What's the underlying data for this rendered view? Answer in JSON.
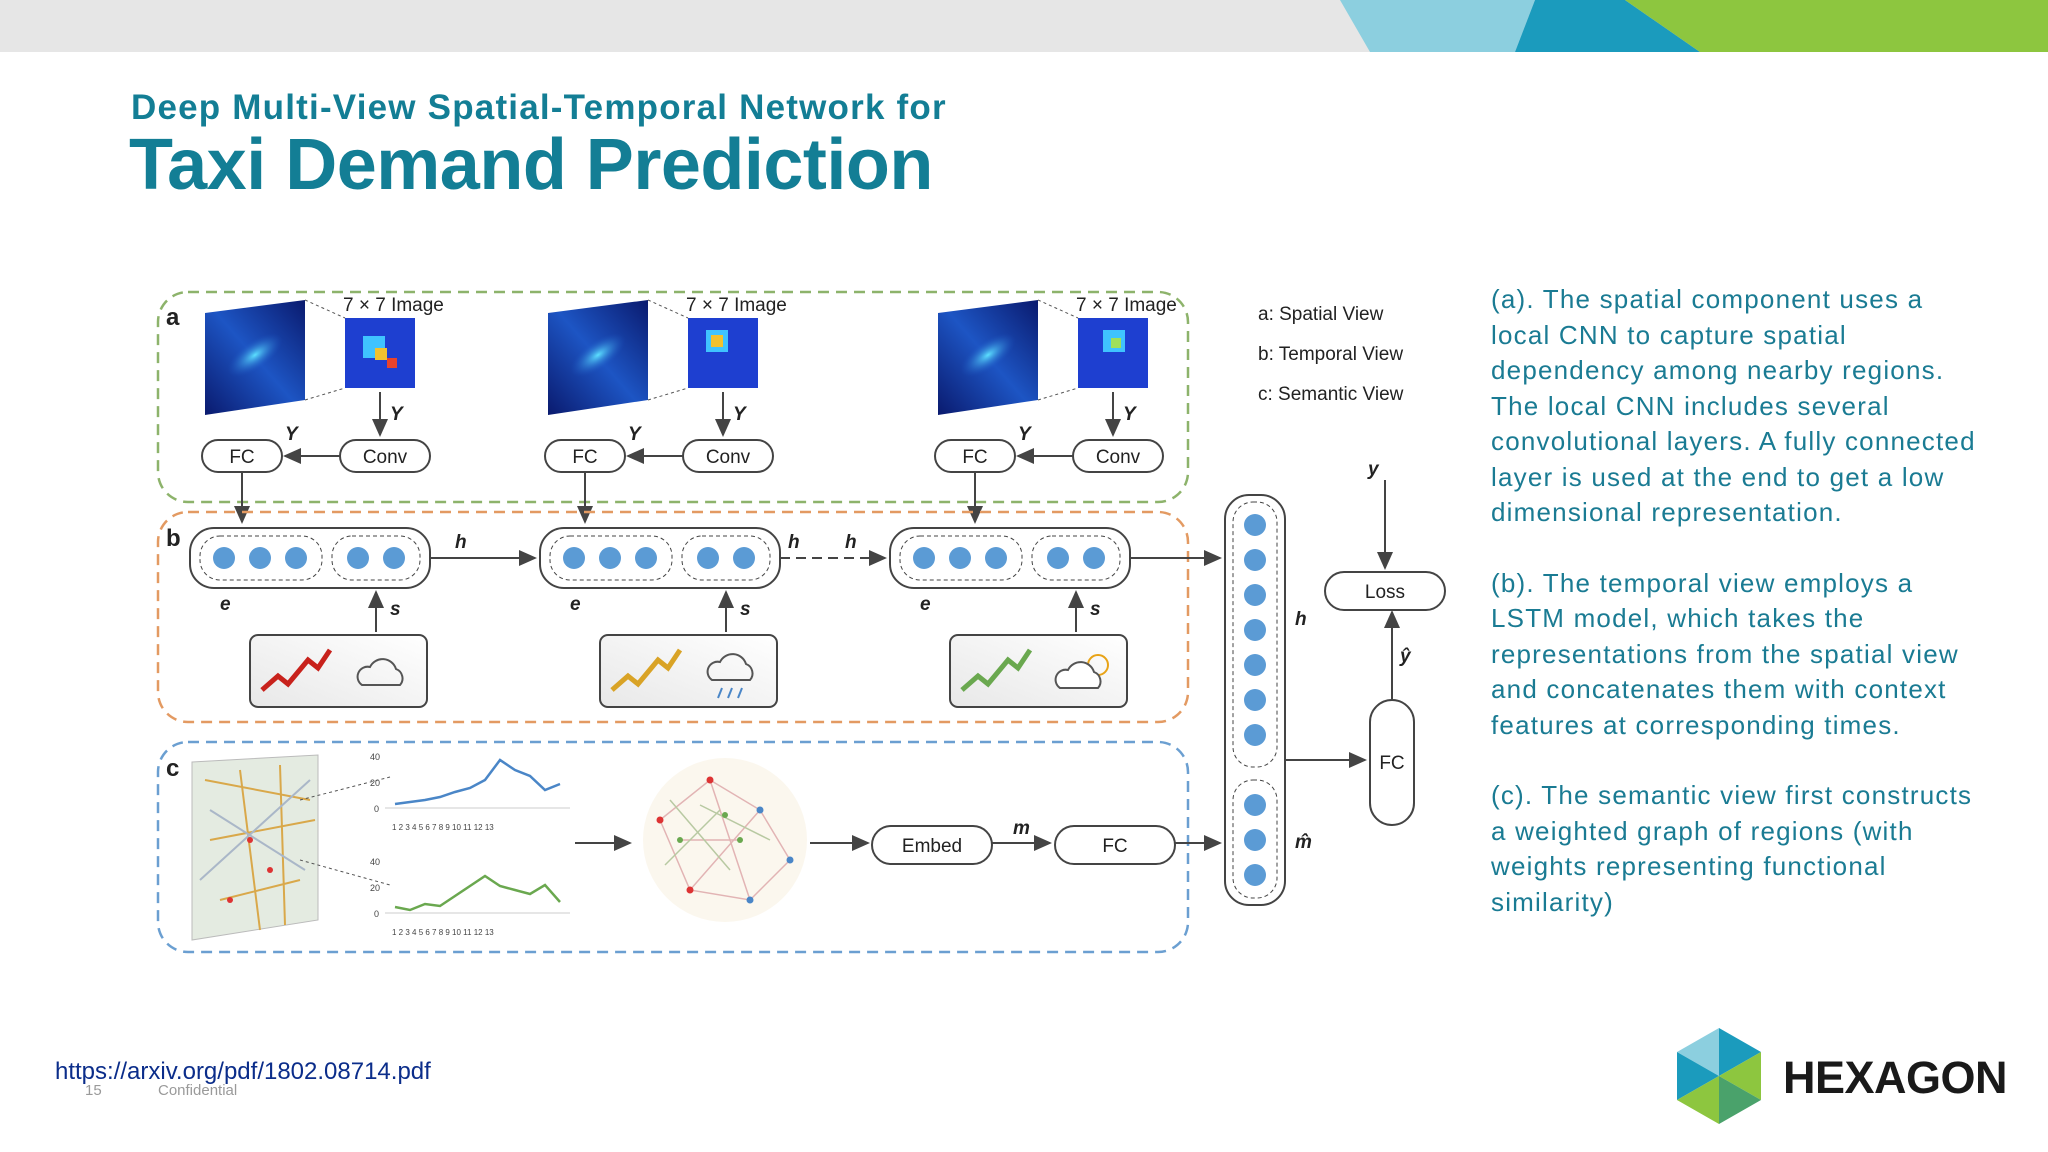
{
  "header": {
    "subtitle": "Deep Multi-View Spatial-Temporal Network for",
    "title": "Taxi Demand Prediction"
  },
  "figure": {
    "panel_labels": [
      "a",
      "b",
      "c"
    ],
    "image_label": "7 × 7 Image",
    "fc_label": "FC",
    "conv_label": "Conv",
    "embed_label": "Embed",
    "loss_label": "Loss",
    "legend": [
      "a: Spatial View",
      "b: Temporal View",
      "c: Semantic View"
    ],
    "spatial_in": [
      "Y",
      "Y",
      "Y"
    ],
    "spatial_out": [
      "Y",
      "Y",
      "Y"
    ],
    "hidden": [
      "h",
      "h",
      "h",
      "h"
    ],
    "e_labels": [
      "e",
      "e",
      "e"
    ],
    "s_labels": [
      "s",
      "s",
      "s"
    ],
    "m_label": "m",
    "mhat_label": "m̂",
    "y_label": "y",
    "yhat_label": "ŷ",
    "chart_axis_ticks": [
      "40",
      "20",
      "0"
    ],
    "chart_x_ticks": "1 2 3 4 5 6 7 8 9 10 11 12 13"
  },
  "description": {
    "a": "(a). The spatial component uses a local CNN to capture spatial dependency among nearby regions. The local CNN includes several convolutional layers. A fully connected layer is used at the end to get a low dimensional representation.",
    "b": "(b). The temporal view employs a LSTM model, which takes the representations from the spatial view and concatenates them with context features at corresponding times.",
    "c": "(c). The semantic view first constructs a weighted graph of regions (with weights representing functional similarity)"
  },
  "footer": {
    "url": "https://arxiv.org/pdf/1802.08714.pdf",
    "page_number": "15",
    "confidential": "Confidential"
  },
  "logo": {
    "text": "HEXAGON"
  },
  "colors": {
    "title": "#137e95",
    "description": "#1a7b93",
    "spatial_border": "#8db36b",
    "temporal_border": "#e39a62",
    "semantic_border": "#6b9fd1",
    "dot": "#5b9bd5",
    "accent_teal": "#1b9bbd",
    "accent_green": "#8dc63f"
  }
}
